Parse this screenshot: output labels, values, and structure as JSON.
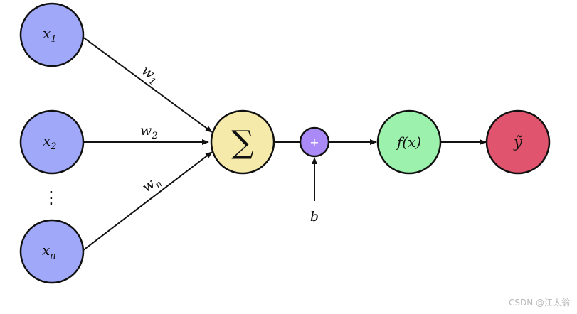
{
  "diagram": {
    "inputs": [
      {
        "base": "x",
        "sub": "1"
      },
      {
        "base": "x",
        "sub": "2"
      },
      {
        "base": "x",
        "sub": "n"
      }
    ],
    "ellipsis": "⋮",
    "weights": [
      {
        "base": "w",
        "sub": "1"
      },
      {
        "base": "w",
        "sub": "2"
      },
      {
        "base": "w",
        "sub": "n"
      }
    ],
    "sum_symbol": "∑",
    "plus_symbol": "+",
    "bias_label": "b",
    "activation_label": "f(x)",
    "output_label": "ỹ"
  },
  "colors": {
    "input_fill": "#a0a8fa",
    "sum_fill": "#f5eaaa",
    "plus_fill": "#a98af6",
    "activation_fill": "#9cf2ad",
    "output_fill": "#e1546e",
    "stroke": "#111111"
  },
  "watermark": "CSDN @江太翁"
}
